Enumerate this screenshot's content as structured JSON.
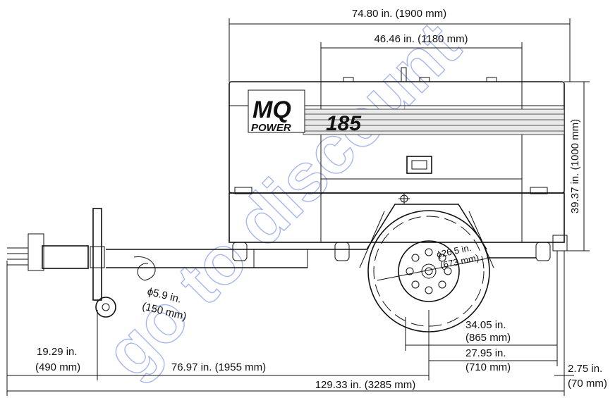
{
  "logo": {
    "brand": "MQ",
    "sub": "POWER"
  },
  "model": "185",
  "watermark": "go to discount",
  "dimensions": {
    "overall_length_top": "74.80 in. (1900 mm)",
    "body_length": "46.46 in. (1180 mm)",
    "height": "39.37 in. (1000 mm)",
    "wheel_dia_in": "ϕ26.5 in.",
    "wheel_dia_mm": "(673 mm)",
    "jack_wheel_in": "ϕ5.9 in.",
    "jack_wheel_mm": "(150 mm)",
    "track_in": "34.05 in.",
    "track_mm": "(865 mm)",
    "axle_in": "27.95 in.",
    "axle_mm": "(710 mm)",
    "hitch_in": "19.29 in.",
    "hitch_mm": "(490 mm)",
    "tongue": "76.97 in. (1955 mm)",
    "overall_length": "129.33 in. (3285 mm)",
    "rear_in": "2.75 in.",
    "rear_mm": "(70 mm)"
  }
}
